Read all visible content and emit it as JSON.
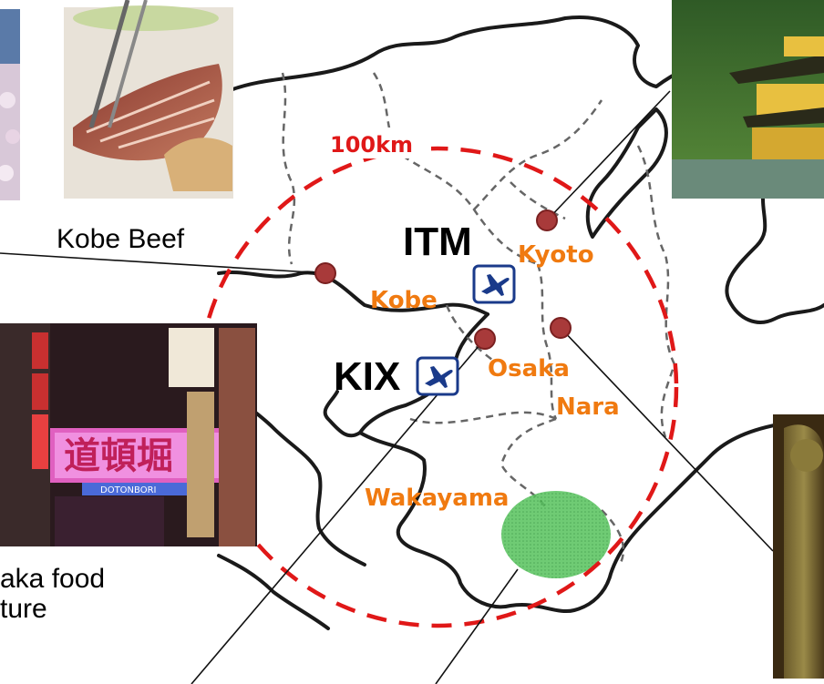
{
  "map": {
    "radius_label": "100km",
    "airports": [
      {
        "code": "ITM",
        "icon": "airplane-icon"
      },
      {
        "code": "KIX",
        "icon": "airplane-icon"
      }
    ],
    "cities": [
      "Kyoto",
      "Kobe",
      "Osaka",
      "Nara",
      "Wakayama"
    ],
    "photo_labels": {
      "kobe": "Kobe Beef",
      "osaka_line1": "aka food",
      "osaka_line2": "ture"
    },
    "photo_contents": {
      "osaka_sign": "道頓堀",
      "osaka_sign_sub": "DOTONBORI"
    },
    "colors": {
      "ring": "#e01818",
      "city_label": "#f07a10",
      "city_marker": "#a83a3a",
      "airport_icon": "#1a3a8a",
      "highlight_area": "#3cb84a"
    }
  }
}
